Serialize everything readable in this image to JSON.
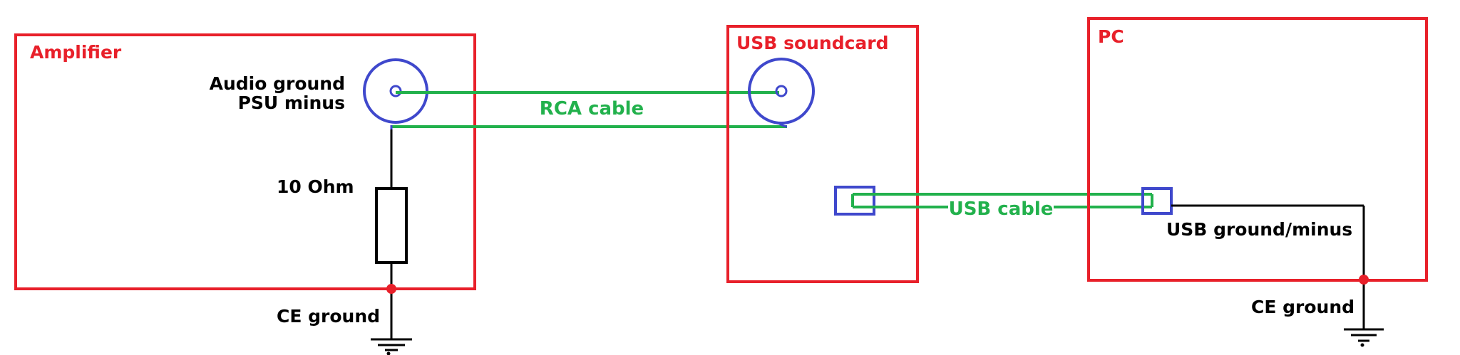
{
  "colors": {
    "box": "#e8202a",
    "connector": "#3f48cc",
    "cable": "#22b14c",
    "wire": "#000000",
    "junction": "#e8202a"
  },
  "amplifier": {
    "title": "Amplifier",
    "jack_label_line1": "Audio ground",
    "jack_label_line2": "PSU minus",
    "resistor_label": "10 Ohm",
    "ground_label": "CE ground"
  },
  "rca": {
    "cable_label": "RCA cable"
  },
  "soundcard": {
    "title": "USB soundcard"
  },
  "usb": {
    "cable_label": "USB cable"
  },
  "pc": {
    "title": "PC",
    "usb_ground_label": "USB ground/minus",
    "ground_label": "CE ground"
  }
}
